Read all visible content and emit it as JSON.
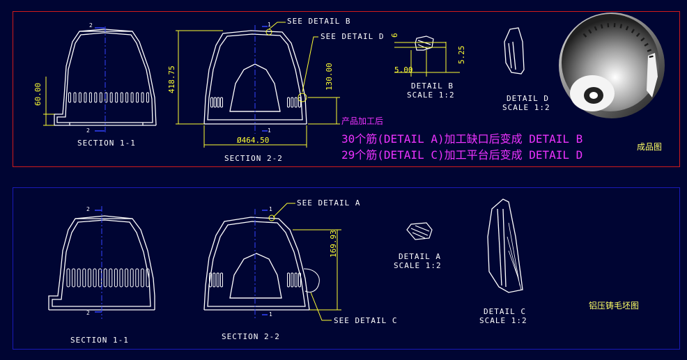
{
  "colors": {
    "background": "#000533",
    "top_frame": "#d11b1b",
    "bottom_frame": "#1a1ab8",
    "outline": "#ffffff",
    "dimension": "#ffff33",
    "note": "#ee33ff",
    "centerline": "#3344ff"
  },
  "top": {
    "section_1_1": "SECTION  1-1",
    "section_2_2": "SECTION  2-2",
    "dim_60": "60.00",
    "dim_418": "418.75",
    "dim_464": "Ø464.50",
    "dim_130": "130.00",
    "see_detail_b": "SEE DETAIL B",
    "see_detail_d": "SEE DETAIL D",
    "dim_6": "6",
    "dim_5": "5.00",
    "dim_525": "5.25",
    "detail_b": "DETAIL B",
    "detail_b_scale": "SCALE 1:2",
    "detail_d": "DETAIL D",
    "detail_d_scale": "SCALE 1:2",
    "note_title": "产品加工后",
    "note_line1": "30个筋(DETAIL A)加工缺口后变成 DETAIL B",
    "note_line2": "29个筋(DETAIL C)加工平台后变成 DETAIL D",
    "finished_label": "成品图",
    "mark_2": "2",
    "mark_1": "1"
  },
  "bottom": {
    "section_1_1": "SECTION  1-1",
    "section_2_2": "SECTION  2-2",
    "see_detail_a": "SEE DETAIL A",
    "see_detail_c": "SEE DETAIL C",
    "dim_169": "169.93",
    "detail_a": "DETAIL  A",
    "detail_a_scale": "SCALE 1:2",
    "detail_c": "DETAIL C",
    "detail_c_scale": "SCALE 1:2",
    "blank_label": "铝压铸毛坯图",
    "mark_2": "2",
    "mark_1": "1"
  }
}
